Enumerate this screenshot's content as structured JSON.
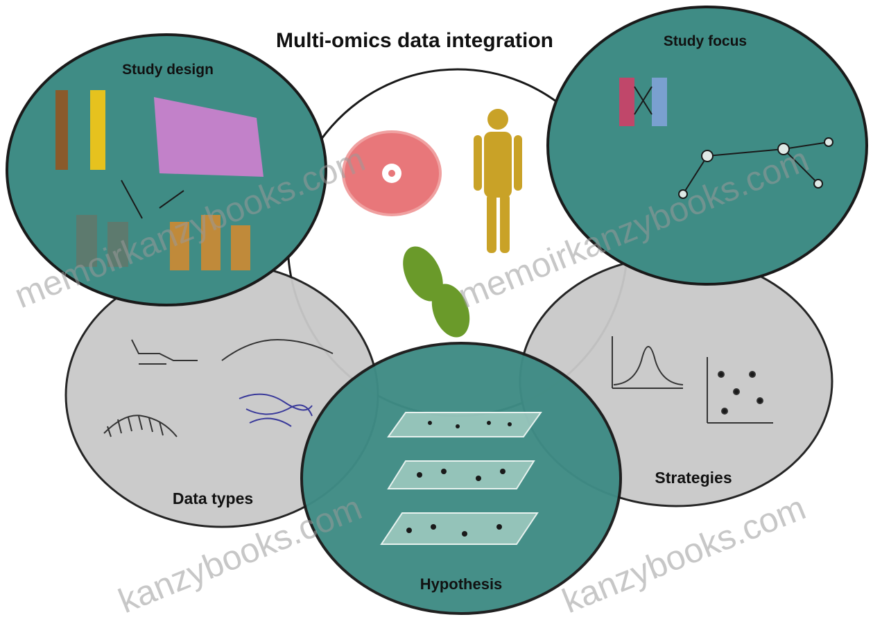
{
  "title": "Multi-omics data integration",
  "sections": {
    "study_design": "Study design",
    "study_focus": "Study focus",
    "data_types": "Data types",
    "strategies": "Strategies",
    "hypothesis": "Hypothesis"
  },
  "watermarks": [
    "memoirkanzybooks.com",
    "memoirkanzybooks.com",
    "kanzybooks.com",
    "kanzybooks.com"
  ],
  "colors": {
    "teal_circle": "#3f8c85",
    "grey_circle": "#c9c9c9",
    "outline": "#1a1a1a",
    "cell": "#e8777a",
    "human": "#c9a227",
    "bacterium": "#6a9a2a",
    "gel": "#d07fd0",
    "bar_brown": "#8a5a2b",
    "bar_yellow": "#e6c21e"
  },
  "icons": [
    "cell-icon",
    "human-figure-icon",
    "bacterium-icon",
    "gel-image-icon",
    "network-icon",
    "bell-curve-icon",
    "scatter-plot-icon",
    "dna-helix-icon",
    "protein-structure-icon",
    "molecule-icon",
    "layered-network-icon"
  ]
}
